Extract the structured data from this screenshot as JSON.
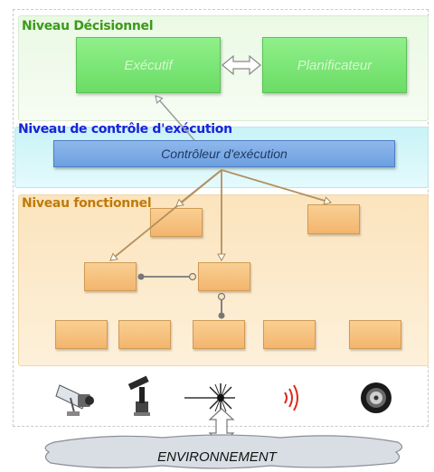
{
  "levels": {
    "decisional": "Niveau Décisionnel",
    "control": "Niveau de contrôle d'exécution",
    "functional": "Niveau fonctionnel"
  },
  "decisional_boxes": {
    "executive": "Exécutif",
    "planner": "Planificateur"
  },
  "control_box": "Contrôleur d'exécution",
  "environment": "ENVIRONNEMENT",
  "sensor_icons": [
    "camera-icon",
    "robot-arm-icon",
    "laser-icon",
    "signal-waves-icon",
    "wheel-icon"
  ],
  "colors": {
    "decisional_label": "#3b9a1a",
    "control_label": "#1b23d6",
    "functional_label": "#c07a0a",
    "green_box": "#7ee679",
    "blue_box": "#7eabe6",
    "orange_box": "#f6c07f"
  }
}
